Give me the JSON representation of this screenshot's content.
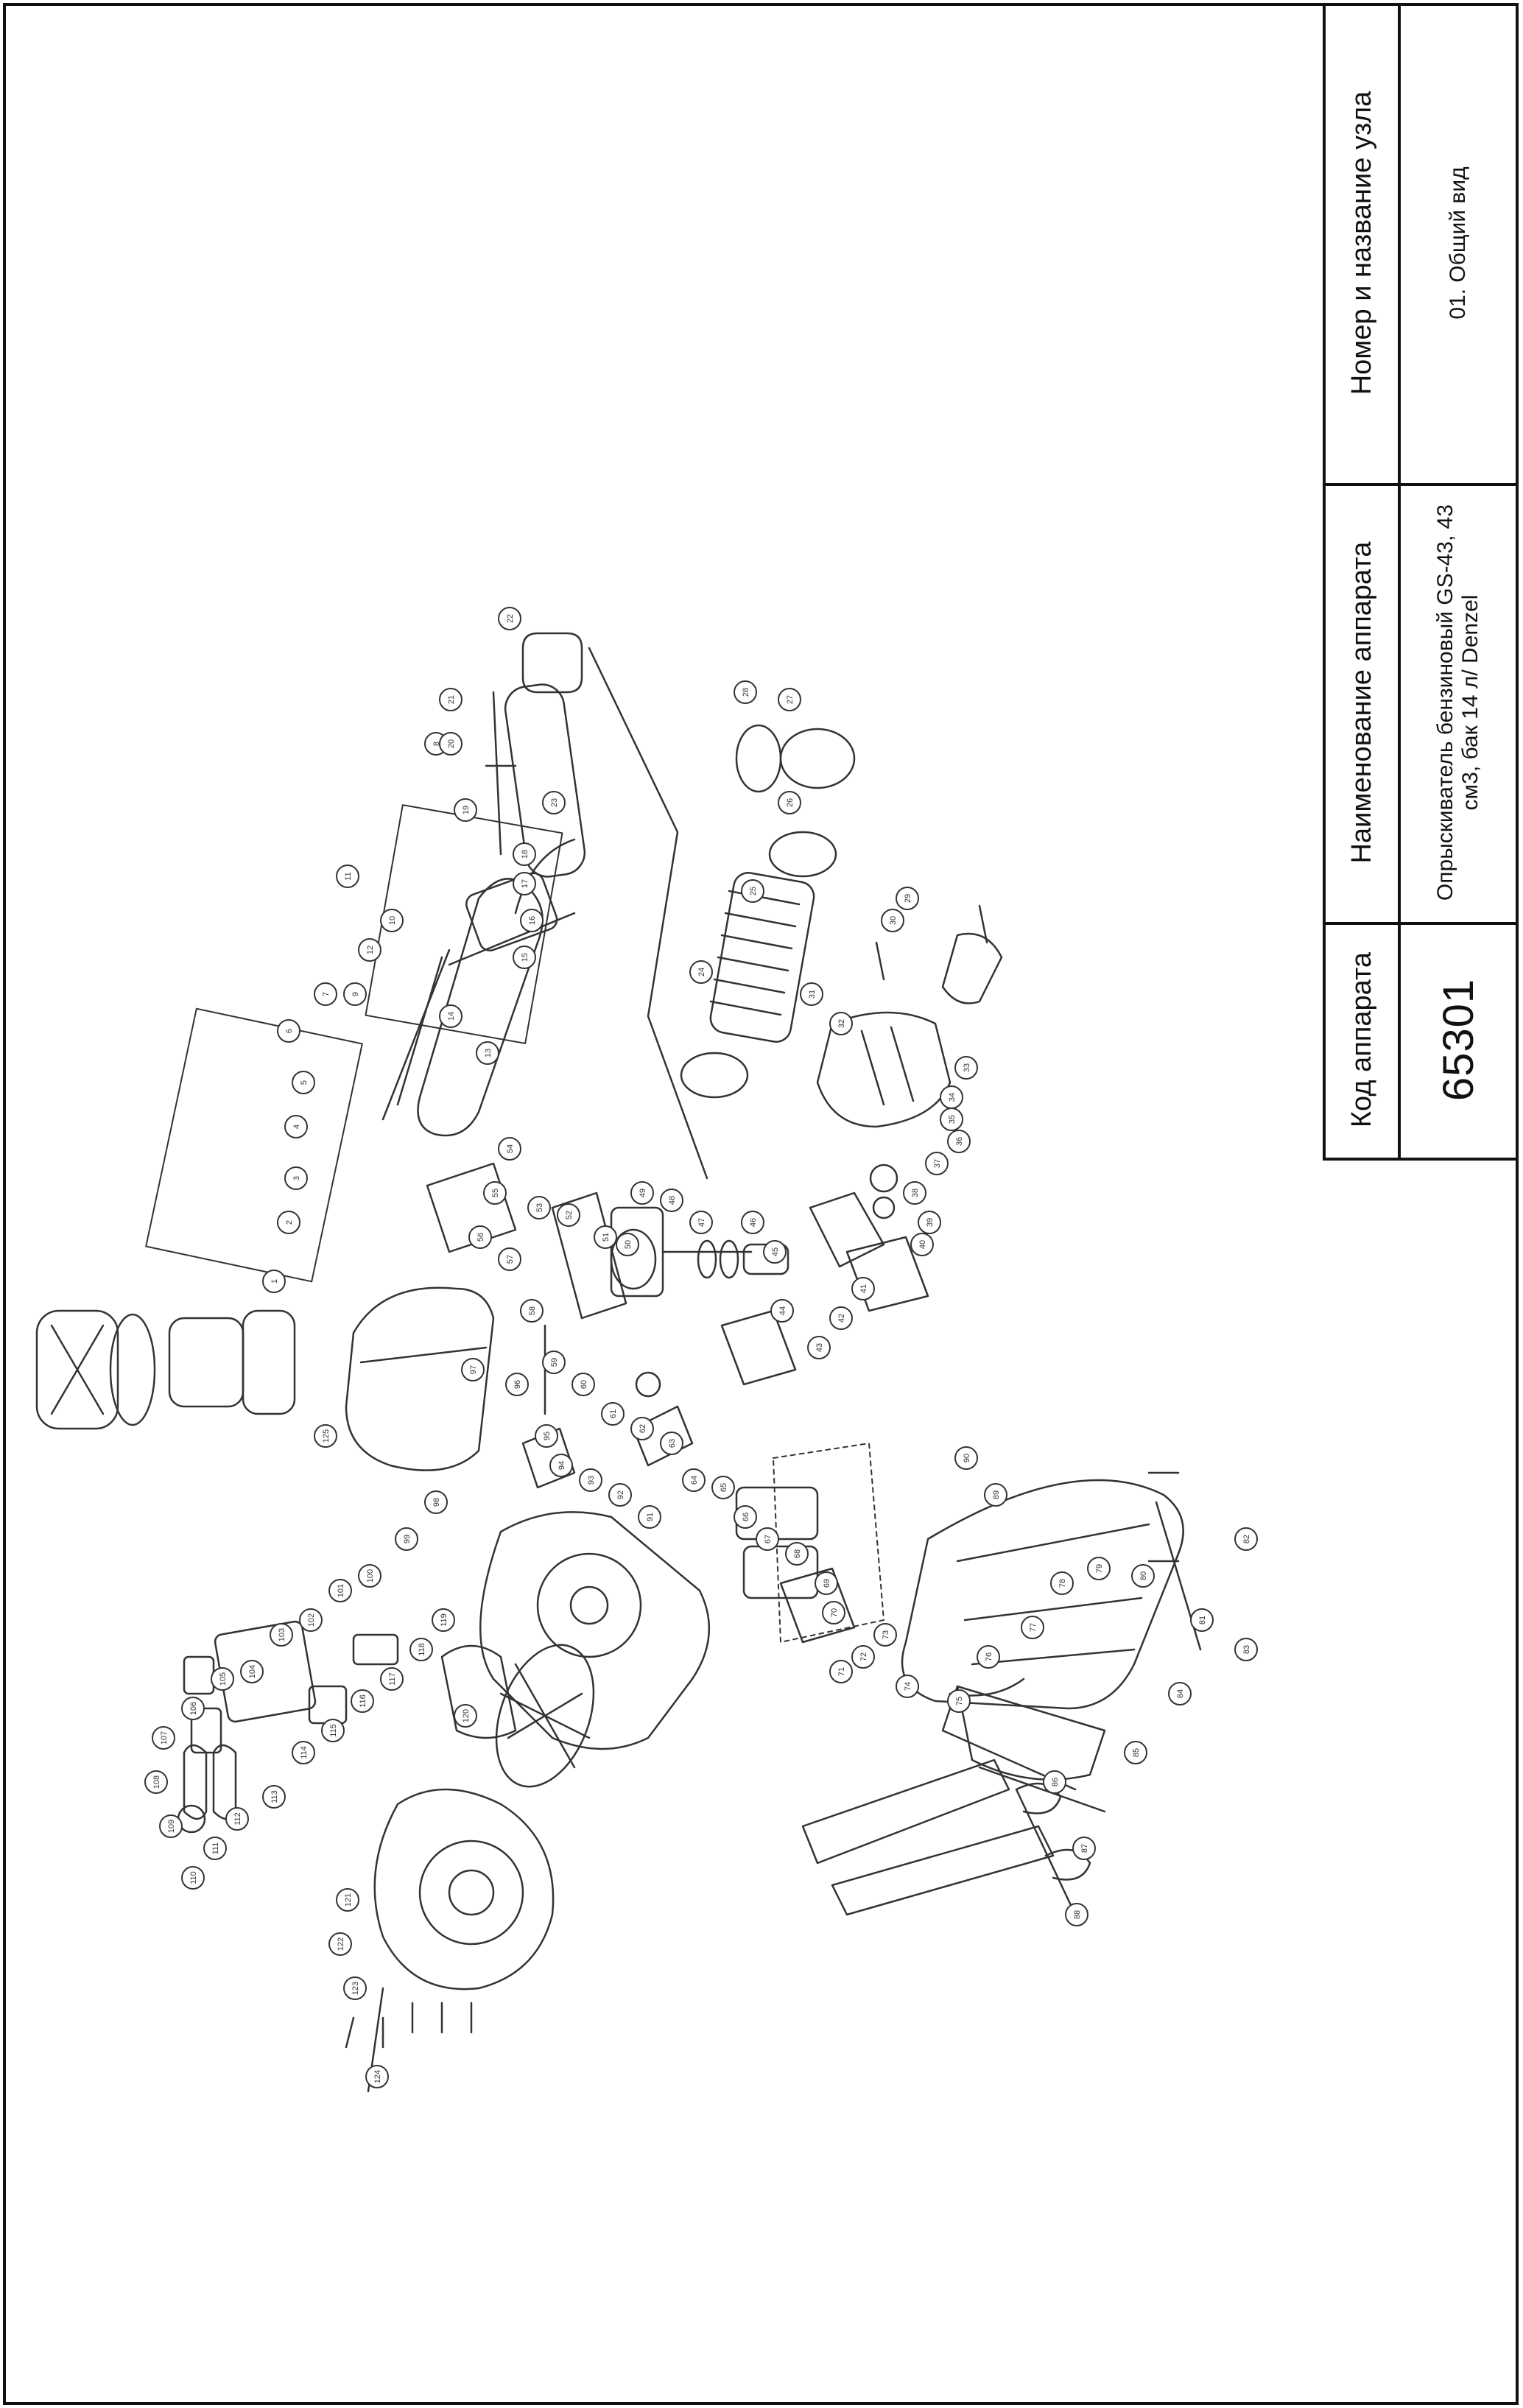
{
  "title_block": {
    "code_header": "Код аппарата",
    "code_value": "65301",
    "name_header": "Наименование аппарата",
    "name_value": "Опрыскиватель бензиновый GS-43, 43 см3, бак 14 л/ Denzel",
    "unit_header": "Номер и название узла",
    "unit_value": "01. Общий вид"
  },
  "callout_numbers": [
    "1",
    "2",
    "3",
    "4",
    "5",
    "6",
    "7",
    "8",
    "9",
    "10",
    "11",
    "12",
    "13",
    "14",
    "15",
    "16",
    "17",
    "18",
    "19",
    "20",
    "21",
    "22",
    "23",
    "24",
    "25",
    "26",
    "27",
    "28",
    "29",
    "30",
    "31",
    "32",
    "33",
    "34",
    "35",
    "36",
    "37",
    "38",
    "39",
    "40",
    "41",
    "42",
    "43",
    "44",
    "45",
    "46",
    "47",
    "48",
    "49",
    "50",
    "51",
    "52",
    "53",
    "54",
    "55",
    "56",
    "57",
    "58",
    "59",
    "60",
    "61",
    "62",
    "63",
    "64",
    "65",
    "66",
    "67",
    "68",
    "69",
    "70",
    "71",
    "72",
    "73",
    "74",
    "75",
    "76",
    "77",
    "78",
    "79",
    "80",
    "81",
    "82",
    "83",
    "84",
    "85",
    "86",
    "87",
    "88",
    "89",
    "90",
    "91",
    "92",
    "93",
    "94",
    "95",
    "96",
    "97",
    "98",
    "99",
    "100",
    "101",
    "102",
    "103",
    "104",
    "105",
    "106",
    "107",
    "108",
    "109",
    "110",
    "111",
    "112",
    "113",
    "114",
    "115",
    "116",
    "117",
    "118",
    "119",
    "120",
    "121",
    "122",
    "123",
    "124",
    "125"
  ]
}
